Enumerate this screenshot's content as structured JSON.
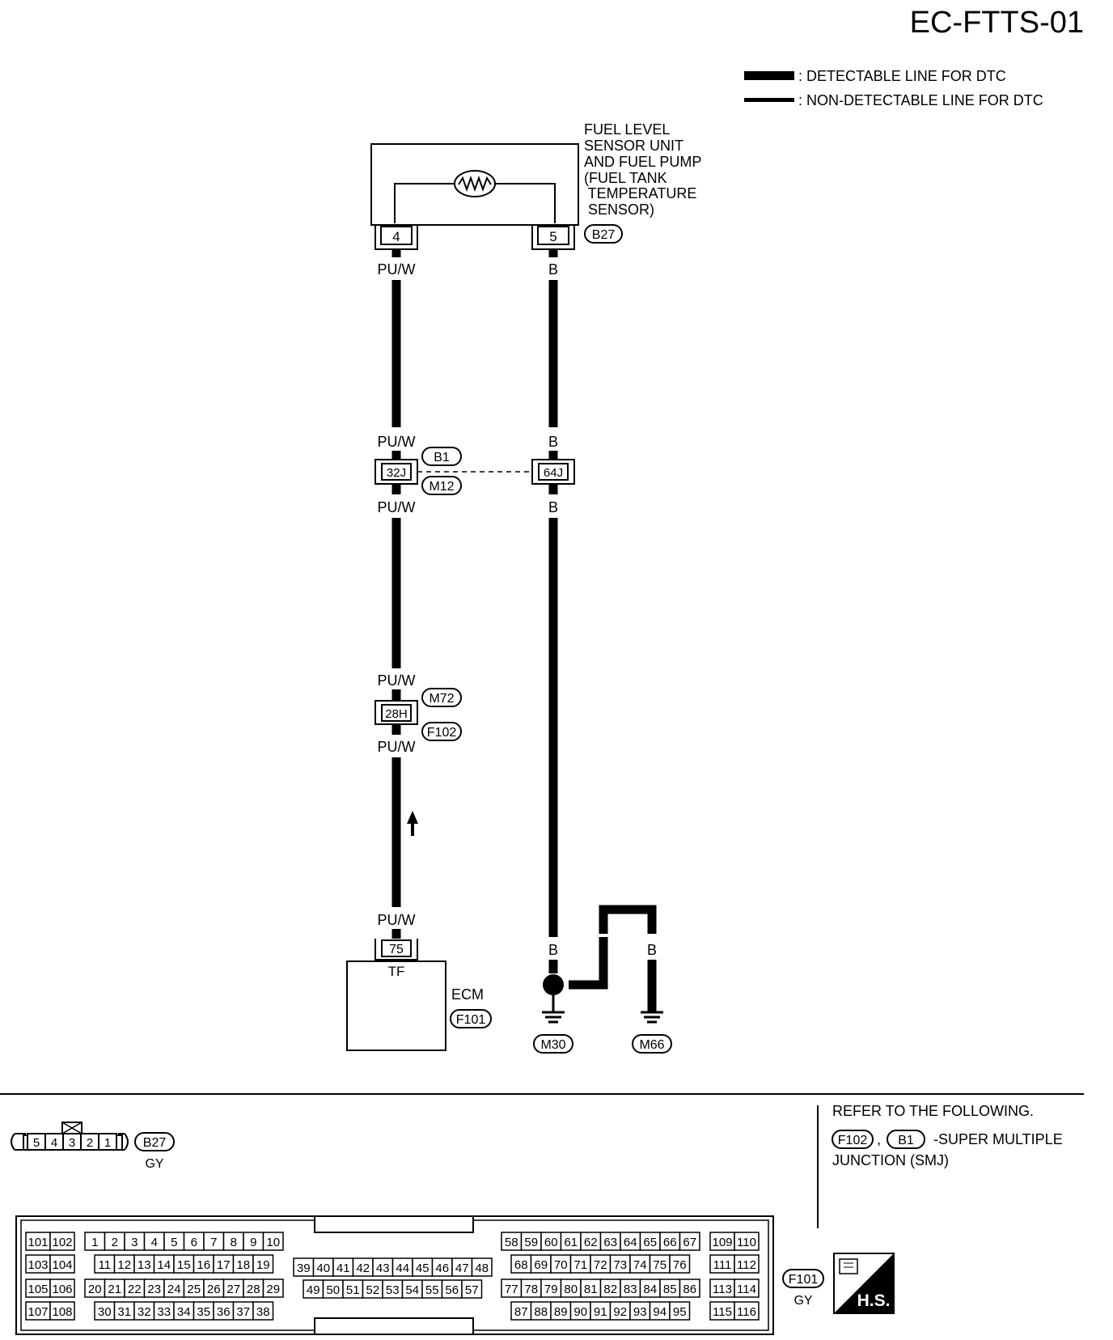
{
  "page_id": "EC-FTTS-01",
  "legend": {
    "detectable": ": DETECTABLE LINE FOR DTC",
    "non_detectable": ": NON-DETECTABLE LINE FOR DTC"
  },
  "sensor": {
    "label_lines": [
      "FUEL LEVEL",
      "SENSOR UNIT",
      "AND FUEL PUMP",
      "(FUEL TANK",
      " TEMPERATURE",
      " SENSOR)"
    ],
    "pin_left": "4",
    "pin_right": "5",
    "connector": "B27"
  },
  "wires": {
    "left_color": "PU/W",
    "right_color": "B"
  },
  "junction1": {
    "left_pin": "32J",
    "right_pin": "64J",
    "top_connector": "B1",
    "bottom_connector": "M12"
  },
  "junction2": {
    "pin": "28H",
    "top_connector": "M72",
    "bottom_connector": "F102"
  },
  "ecm": {
    "pin": "75",
    "terminal": "TF",
    "label": "ECM",
    "connector": "F101"
  },
  "grounds": [
    "M30",
    "M66"
  ],
  "b27_connector_view": {
    "pins": [
      "5",
      "4",
      "3",
      "2",
      "1"
    ],
    "id": "B27",
    "color": "GY"
  },
  "refer": {
    "line1": "REFER TO THE FOLLOWING.",
    "conn1": "F102",
    "sep": ",",
    "conn2": "B1",
    "suffix": "-SUPER MULTIPLE",
    "line3": "JUNCTION (SMJ)"
  },
  "f101_connector_view": {
    "id": "F101",
    "color": "GY",
    "left_block": [
      [
        "101",
        "102"
      ],
      [
        "103",
        "104"
      ],
      [
        "105",
        "106"
      ],
      [
        "107",
        "108"
      ]
    ],
    "block_a": [
      [
        "1",
        "2",
        "3",
        "4",
        "5",
        "6",
        "7",
        "8",
        "9",
        "10"
      ],
      [
        "11",
        "12",
        "13",
        "14",
        "15",
        "16",
        "17",
        "18",
        "19"
      ],
      [
        "20",
        "21",
        "22",
        "23",
        "24",
        "25",
        "26",
        "27",
        "28",
        "29"
      ],
      [
        "30",
        "31",
        "32",
        "33",
        "34",
        "35",
        "36",
        "37",
        "38"
      ]
    ],
    "block_b": [
      [
        "39",
        "40",
        "41",
        "42",
        "43",
        "44",
        "45",
        "46",
        "47",
        "48"
      ],
      [
        "49",
        "50",
        "51",
        "52",
        "53",
        "54",
        "55",
        "56",
        "57"
      ]
    ],
    "block_c": [
      [
        "58",
        "59",
        "60",
        "61",
        "62",
        "63",
        "64",
        "65",
        "66",
        "67"
      ],
      [
        "68",
        "69",
        "70",
        "71",
        "72",
        "73",
        "74",
        "75",
        "76"
      ],
      [
        "77",
        "78",
        "79",
        "80",
        "81",
        "82",
        "83",
        "84",
        "85",
        "86"
      ],
      [
        "87",
        "88",
        "89",
        "90",
        "91",
        "92",
        "93",
        "94",
        "95"
      ]
    ],
    "right_block": [
      [
        "109",
        "110"
      ],
      [
        "111",
        "112"
      ],
      [
        "113",
        "114"
      ],
      [
        "115",
        "116"
      ]
    ]
  },
  "hs_badge": "H.S."
}
